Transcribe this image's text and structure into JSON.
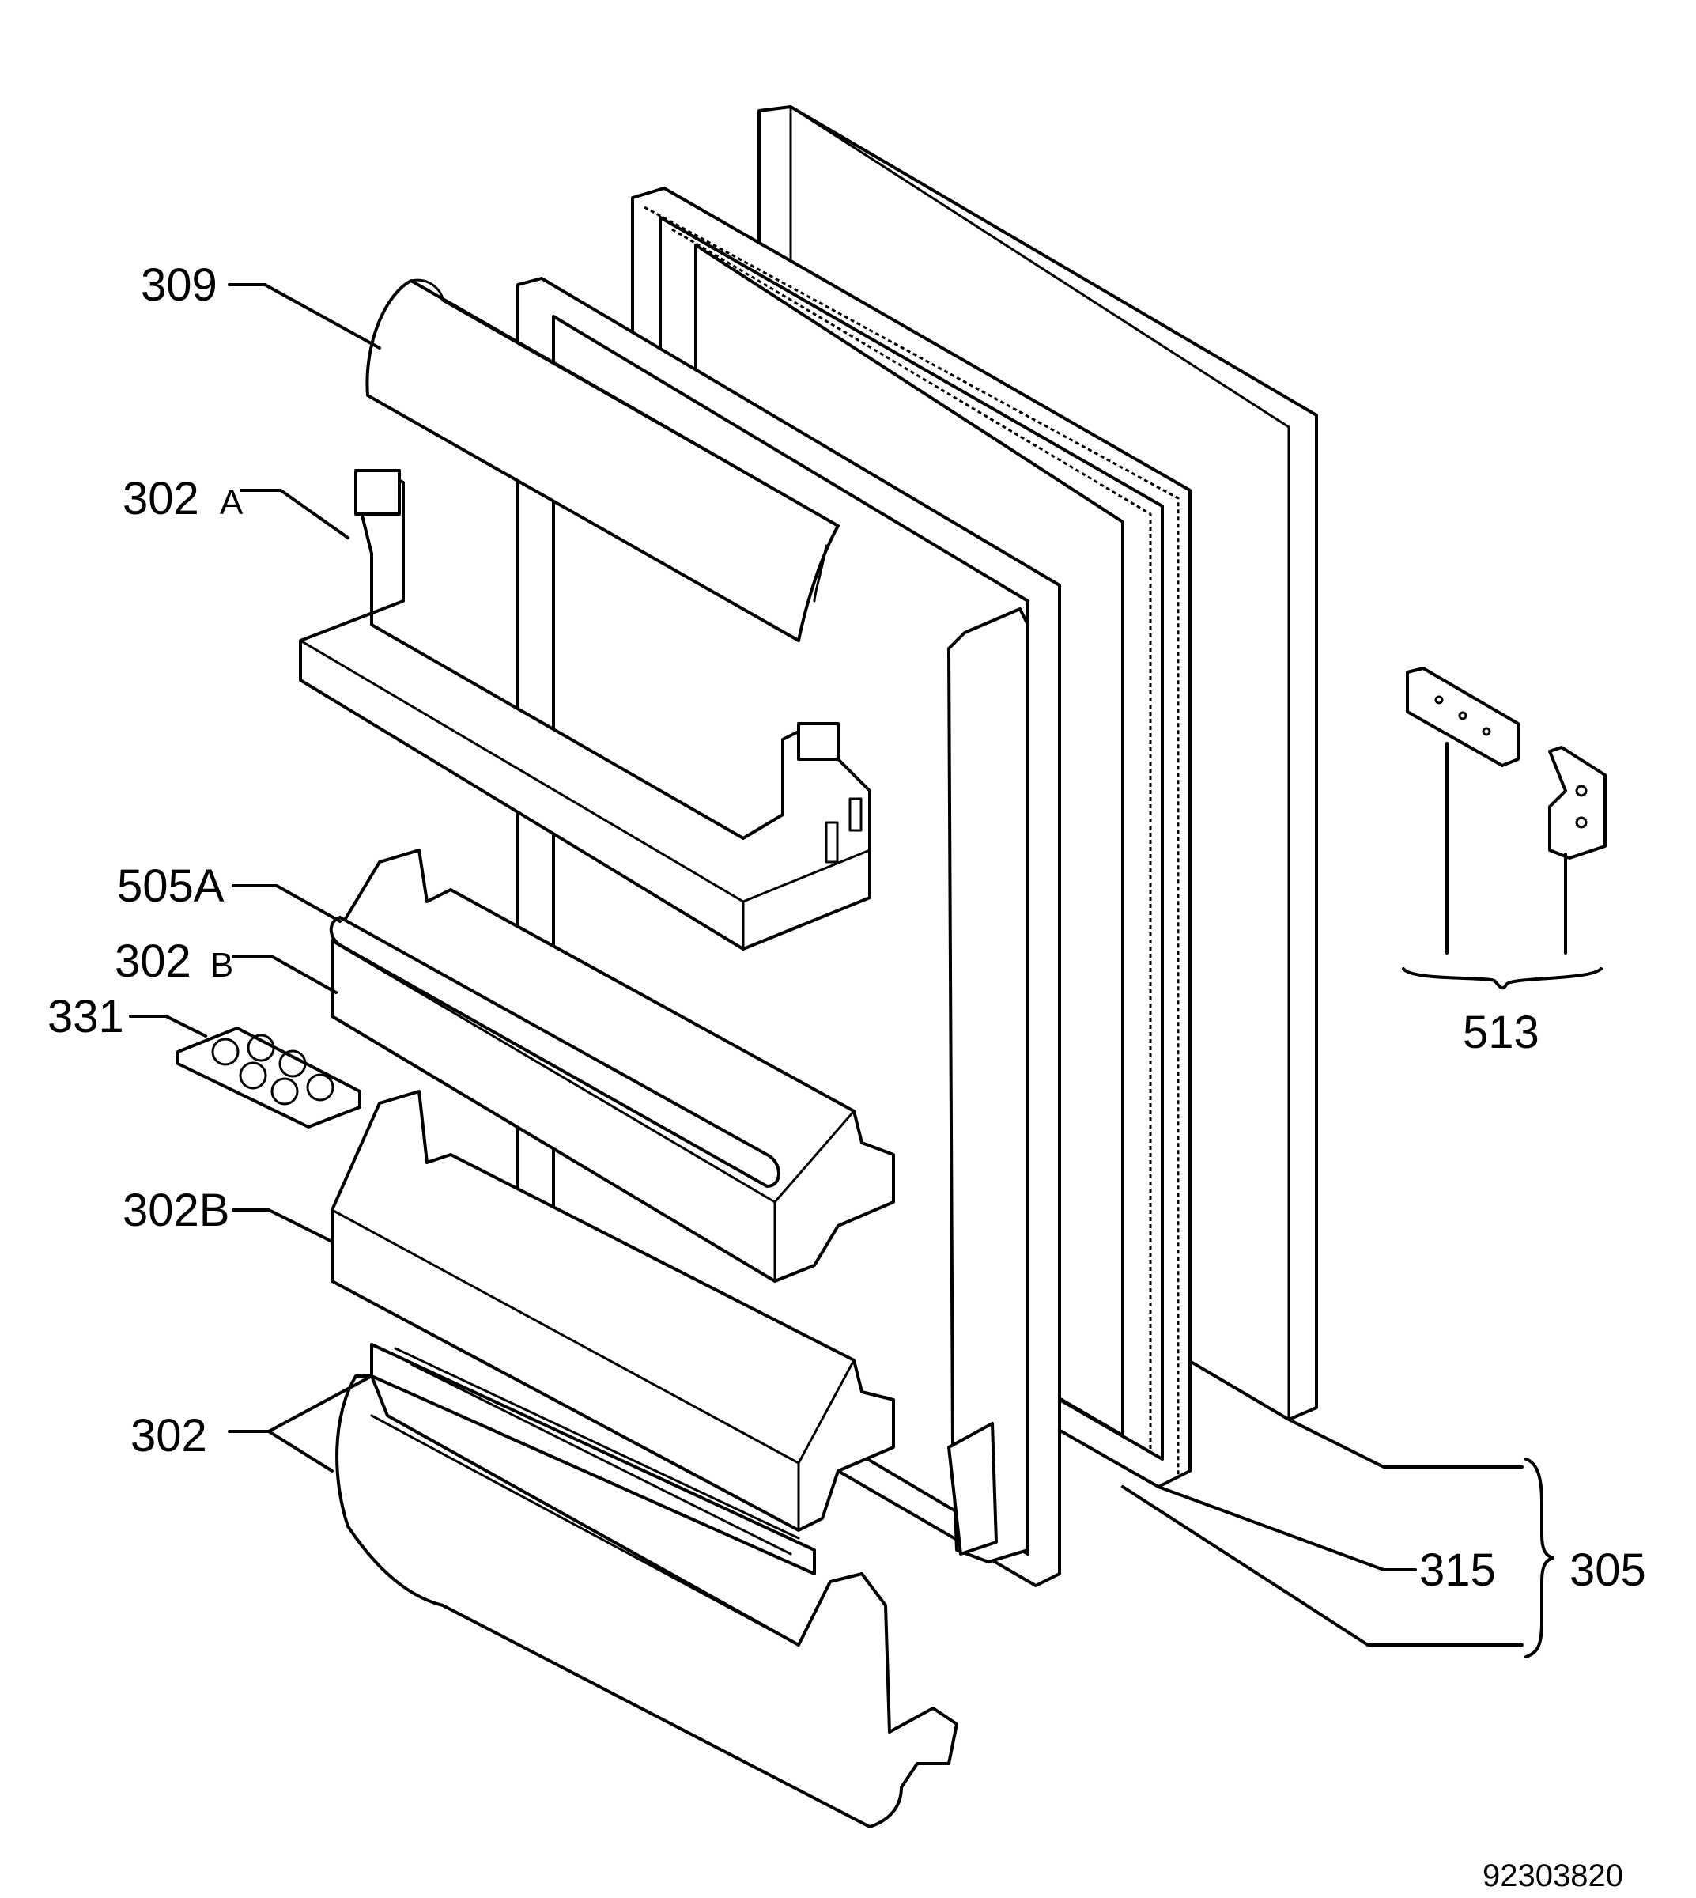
{
  "labels": {
    "door_panel_trim": "309",
    "upper_shelf": "302",
    "upper_shelf_suffix": "A",
    "shelf_bar": "505A",
    "middle_shelf": "302",
    "middle_shelf_suffix": "B",
    "egg_tray": "331",
    "lower_shelf": "302B",
    "bottom_shelf": "302",
    "hinge_set": "513",
    "gasket": "315",
    "door_assembly": "305"
  },
  "drawing_code": "92303820"
}
